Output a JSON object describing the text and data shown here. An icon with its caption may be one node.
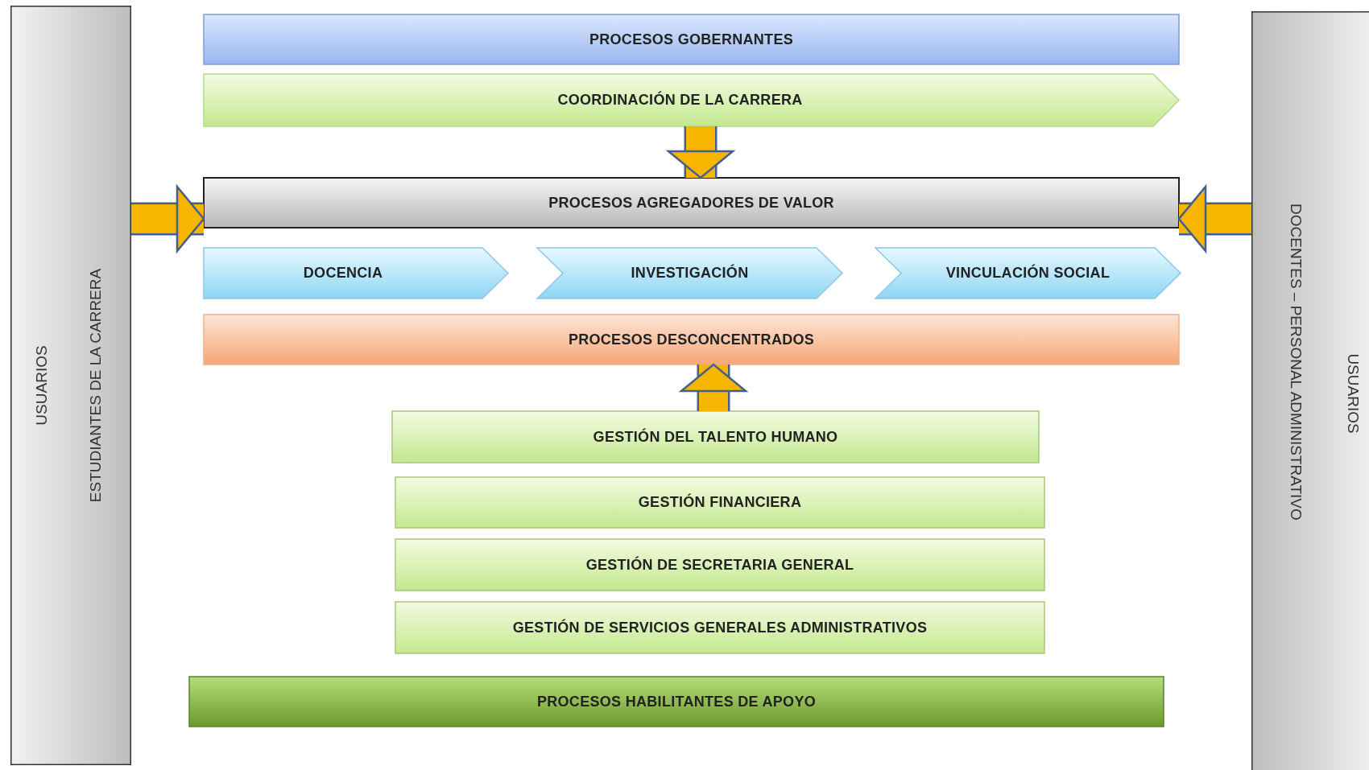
{
  "diagram": {
    "nodes": [
      {
        "text": [
          "USUARIOS",
          "ESTUDIANTES DE LA CARRERA"
        ]
      },
      {
        "text": [
          "PROCESOS GOBERNANTES"
        ]
      },
      {
        "text": [
          "COORDINACIÓN DE LA CARRERA"
        ]
      },
      {
        "text": [
          "PROCESOS AGREGADORES DE VALOR"
        ]
      },
      {
        "text": [
          "DOCENCIA"
        ]
      },
      {
        "text": [
          "INVESTIGACIÓN"
        ]
      },
      {
        "text": [
          "VINCULACIÓN SOCIAL"
        ]
      },
      {
        "text": [
          "PROCESOS DESCONCENTRADOS"
        ]
      },
      {
        "text": [
          "GESTIÓN DEL TALENTO HUMANO"
        ]
      },
      {
        "text": [
          "GESTIÓN FINANCIERA"
        ]
      },
      {
        "text": [
          "GESTIÓN DE SECRETARIA GENERAL"
        ]
      },
      {
        "text": [
          "GESTIÓN DE SERVICIOS GENERALES ADMINISTRATIVOS"
        ]
      },
      {
        "text": [
          "PROCESOS HABILITANTES DE APOYO"
        ]
      },
      {
        "text": [
          "DOCENTES – PERSONAL ADMINISTRATIVO",
          "USUARIOS"
        ]
      }
    ],
    "edges": [
      {
        "from": 2,
        "to": 3,
        "arrow": "to"
      },
      {
        "from": 0,
        "to": 3,
        "arrow": "to"
      },
      {
        "from": 13,
        "to": 3,
        "arrow": "to"
      },
      {
        "from": 8,
        "to": 7,
        "arrow": "to"
      }
    ]
  }
}
